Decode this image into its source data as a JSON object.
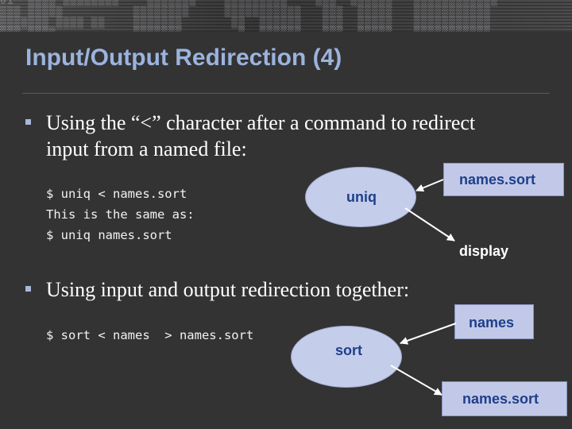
{
  "slide": {
    "title": "Input/Output Redirection (4)",
    "bullets": [
      {
        "text_line1": "Using the “<” character after a command to redirect",
        "text_line2": "input from a named file:",
        "code": [
          "$ uniq < names.sort",
          "This is the same as:",
          "$ uniq names.sort"
        ]
      },
      {
        "text_line1": "Using input and output redirection together:",
        "code": [
          "$ sort < names  > names.sort"
        ]
      }
    ]
  },
  "diagram1": {
    "process": "uniq",
    "input_file": "names.sort",
    "output": "display"
  },
  "diagram2": {
    "process": "sort",
    "input_file": "names",
    "output_file": "names.sort"
  },
  "colors": {
    "background": "#333333",
    "title": "#9bb3de",
    "bubble_fill": "#c4cdea",
    "box_fill": "#c2c9e8",
    "diagram_text": "#1f3f8a"
  }
}
